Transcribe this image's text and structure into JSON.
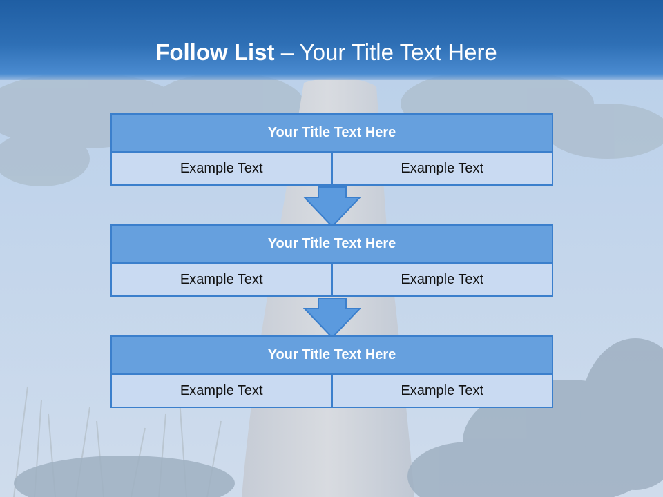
{
  "slide": {
    "title_bold": "Follow List",
    "title_rest": "– Your Title Text Here"
  },
  "blocks": [
    {
      "title": "Your Title Text Here",
      "left": "Example Text",
      "right": "Example Text"
    },
    {
      "title": "Your Title Text Here",
      "left": "Example Text",
      "right": "Example Text"
    },
    {
      "title": "Your Title Text Here",
      "left": "Example Text",
      "right": "Example Text"
    }
  ],
  "colors": {
    "header": "#2e6fb5",
    "box_fill": "#66a0de",
    "box_border": "#3b7fcc",
    "cell_fill": "#c9daf2",
    "arrow_fill": "#5b9ade"
  },
  "background_image": "baobab-tree-sky-photo"
}
